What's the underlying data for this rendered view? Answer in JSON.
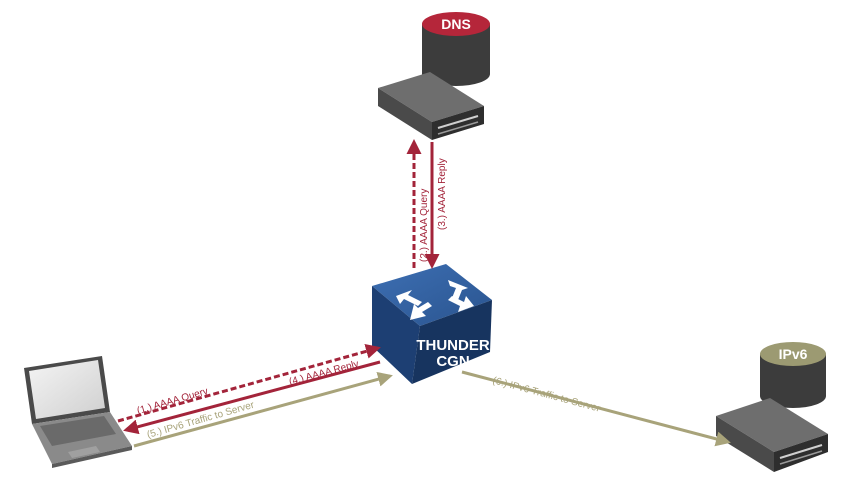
{
  "nodes": {
    "dns": {
      "label": "DNS",
      "color": "#b5263a"
    },
    "ipv6": {
      "label": "IPv6",
      "color": "#9c9a72"
    },
    "cgn": {
      "line1": "THUNDER",
      "line2": "CGN",
      "color": "#1d3f73"
    }
  },
  "flows": [
    {
      "step": "(1.)  AAAA Query",
      "style": "dashed",
      "color": "#a3243a"
    },
    {
      "step": "(2.)  AAAA Query",
      "style": "dashed",
      "color": "#a3243a"
    },
    {
      "step": "(3.)  AAAA Reply",
      "style": "solid",
      "color": "#a3243a"
    },
    {
      "step": "(4.)  AAAA Reply",
      "style": "solid",
      "color": "#a3243a"
    },
    {
      "step": "(5.)  IPv6 Traffic to Server",
      "style": "solid",
      "color": "#a8a37a"
    },
    {
      "step": "(6.)  IPv6 Traffic to Server",
      "style": "solid",
      "color": "#a8a37a"
    }
  ]
}
